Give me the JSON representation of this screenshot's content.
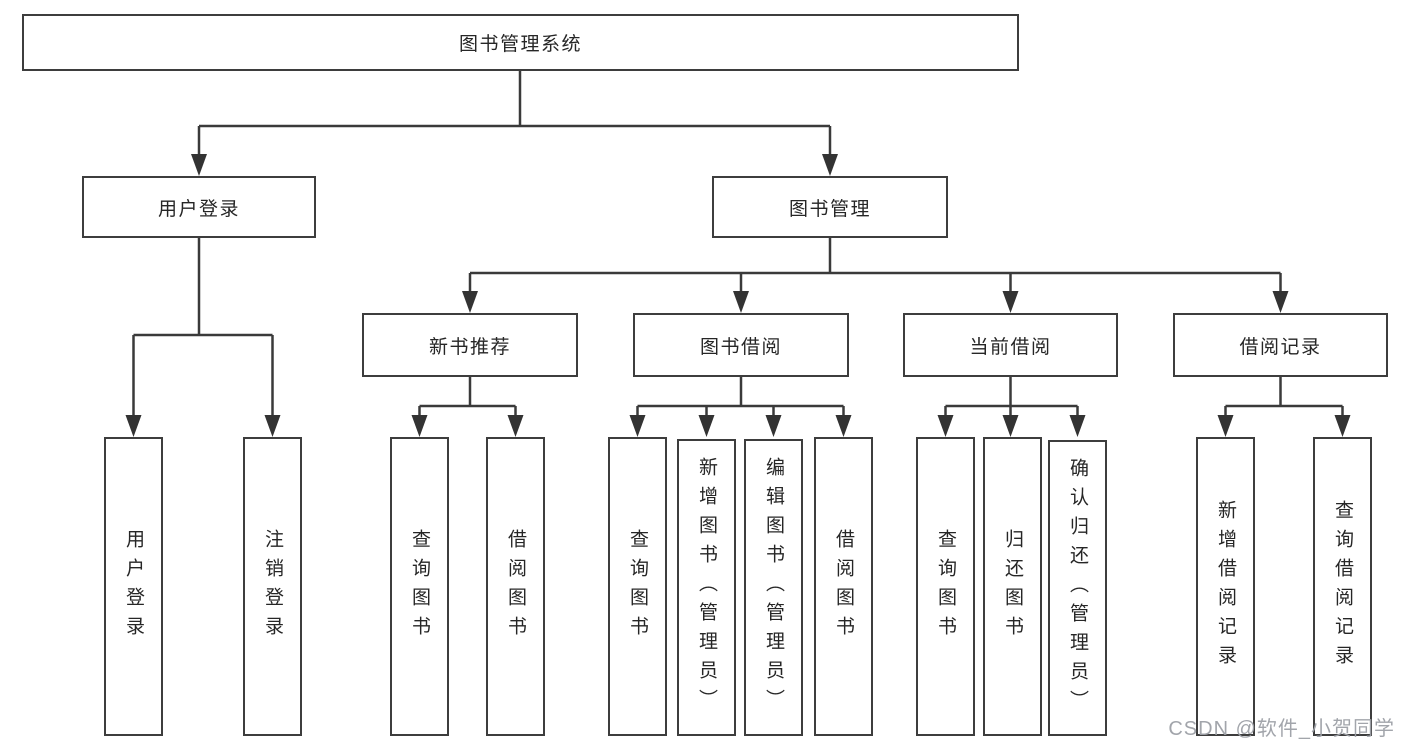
{
  "tree": {
    "label": "图书管理系统",
    "children": [
      {
        "label": "用户登录",
        "children": [
          {
            "label": "用户登录"
          },
          {
            "label": "注销登录"
          }
        ]
      },
      {
        "label": "图书管理",
        "children": [
          {
            "label": "新书推荐",
            "children": [
              {
                "label": "查询图书"
              },
              {
                "label": "借阅图书"
              }
            ]
          },
          {
            "label": "图书借阅",
            "children": [
              {
                "label": "查询图书"
              },
              {
                "label": "新增图书（管理员）"
              },
              {
                "label": "编辑图书（管理员）"
              },
              {
                "label": "借阅图书"
              }
            ]
          },
          {
            "label": "当前借阅",
            "children": [
              {
                "label": "查询图书"
              },
              {
                "label": "归还图书"
              },
              {
                "label": "确认归还（管理员）"
              }
            ]
          },
          {
            "label": "借阅记录",
            "children": [
              {
                "label": "新增借阅记录"
              },
              {
                "label": "查询借阅记录"
              }
            ]
          }
        ]
      }
    ]
  },
  "watermark": {
    "text": "CSDN @软件_小贺同学"
  },
  "colors": {
    "background": "#ffffff",
    "node_border": "#3d3d3d",
    "connector_line": "#3a3a3a",
    "arrowhead": "#333333",
    "text": "#262626",
    "watermark_text": "#9da0a6"
  }
}
